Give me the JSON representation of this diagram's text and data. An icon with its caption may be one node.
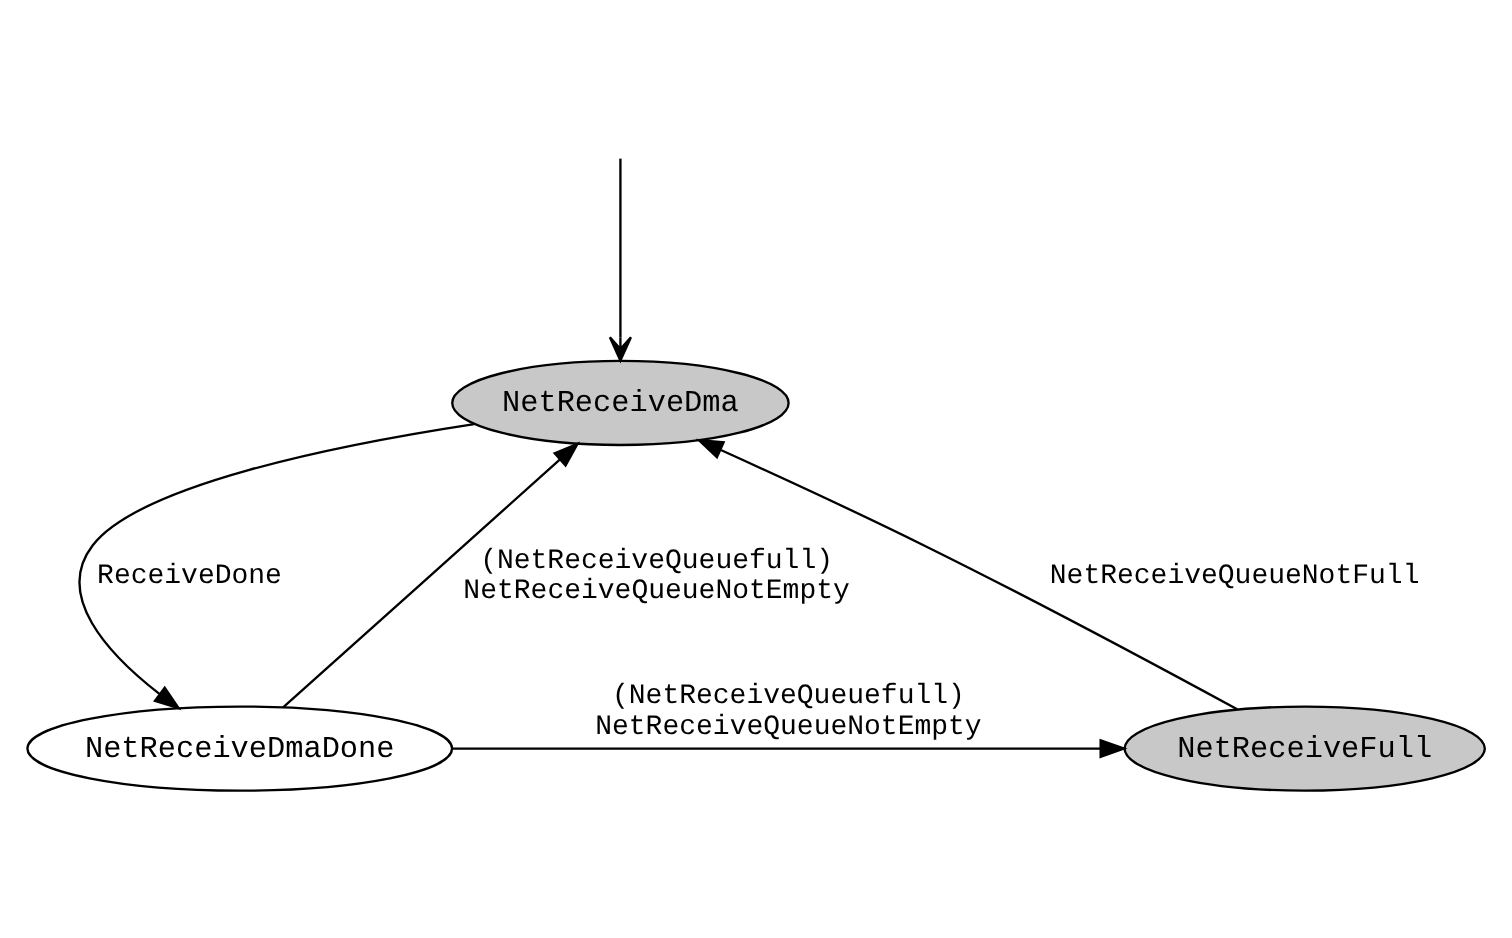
{
  "diagram": {
    "nodes": [
      {
        "text": [
          "NetReceiveDma"
        ]
      },
      {
        "text": [
          "NetReceiveFull"
        ]
      },
      {
        "text": [
          "NetReceiveDmaDone"
        ]
      }
    ],
    "edges": [
      {
        "from": null,
        "to": 0,
        "arrow": "to"
      },
      {
        "from": 1,
        "to": 0,
        "arrow": "to",
        "label": "NetReceiveQueueNotFull"
      },
      {
        "from": 0,
        "to": 2,
        "arrow": "to",
        "label": "ReceiveDone"
      },
      {
        "from": 2,
        "to": 0,
        "arrow": "to",
        "label": "(NetReceiveQueuefull) NetReceiveQueueNotEmpty"
      },
      {
        "from": 2,
        "to": 1,
        "arrow": "to",
        "label": "(NetReceiveQueuefull) NetReceiveQueueNotEmpty"
      }
    ]
  }
}
